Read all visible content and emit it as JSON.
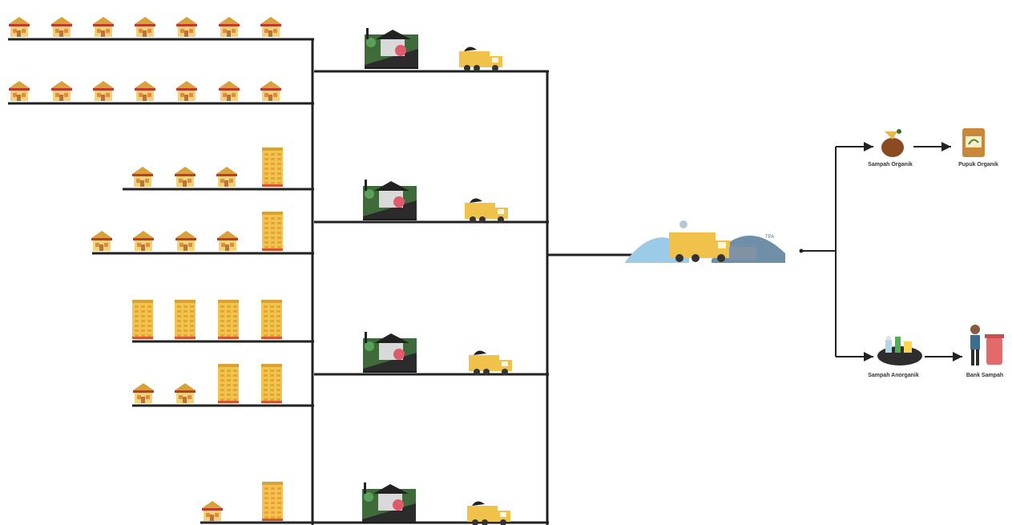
{
  "diagram": {
    "colors": {
      "line": "#222222",
      "house_body": "#f3d37a",
      "house_roof": "#d9a13a",
      "house_stripe": "#c0392b",
      "building": "#f2c44c",
      "truck": "#f0c24a",
      "tpa_mound_light": "#9ccbe8",
      "tpa_mound_dark": "#6f8fa8",
      "sack": "#8b4a1f",
      "compost": "#c9873a",
      "bin": "#e26a6a"
    },
    "icons": {
      "house": "house-icon",
      "building": "apartment-building-icon",
      "tps": "waste-collection-site-icon",
      "truck": "garbage-truck-icon",
      "tpa": "landfill-icon",
      "organic": "organic-waste-sack-icon",
      "fertilizer": "organic-fertilizer-bag-icon",
      "inorganic": "inorganic-waste-pile-icon",
      "bank": "waste-bank-icon"
    },
    "tpa_label": "TPA",
    "labels": {
      "organic": "Sampah Organik",
      "fertilizer": "Pupuk Organik",
      "inorganic": "Sampah Anorganik",
      "bank": "Bank Sampah"
    }
  }
}
